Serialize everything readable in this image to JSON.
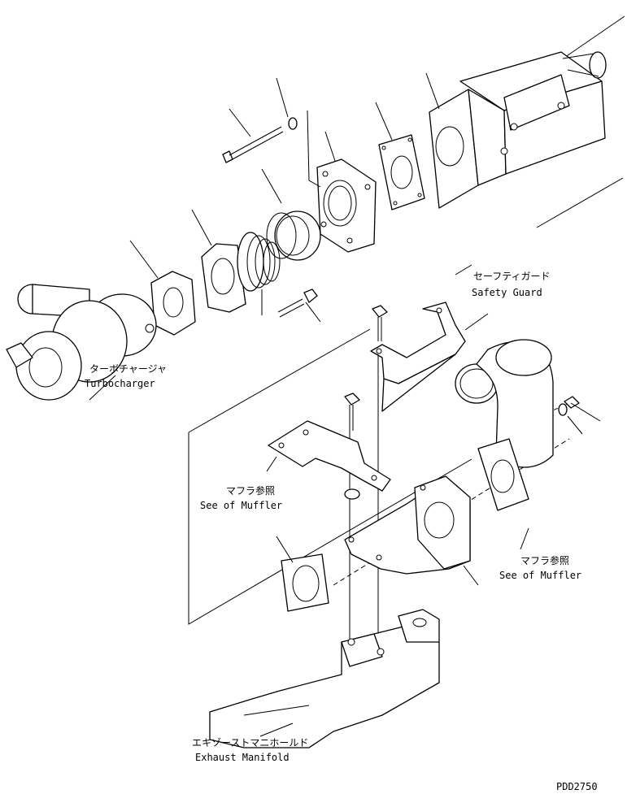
{
  "drawing_id": "PDD2750",
  "labels": {
    "safety_guard_jp": "セーフティガード",
    "safety_guard_en": "Safety Guard",
    "turbocharger_jp": "ターボチャージャ",
    "turbocharger_en": "Turbocharger",
    "muffler_ref1_jp": "マフラ参照",
    "muffler_ref1_en": "See of Muffler",
    "muffler_ref2_jp": "マフラ参照",
    "muffler_ref2_en": "See of Muffler",
    "manifold_jp": "エキゾーストマニホールド",
    "manifold_en": "Exhaust Manifold"
  }
}
